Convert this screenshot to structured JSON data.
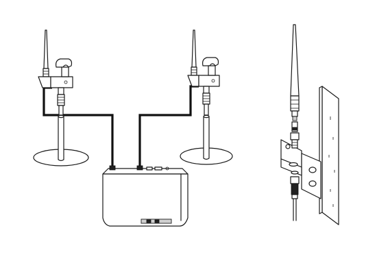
{
  "diagram": {
    "kind": "antenna-installation-illustration",
    "components": [
      "antenna-left",
      "antenna-right",
      "antenna-wall",
      "stand-left",
      "stand-right",
      "receiver",
      "wall-bracket",
      "wall-panel"
    ],
    "colors": {
      "line": "#1a1a1a",
      "cable": "#111111",
      "fill": "#ffffff",
      "shade": "#cfcfcf"
    }
  }
}
